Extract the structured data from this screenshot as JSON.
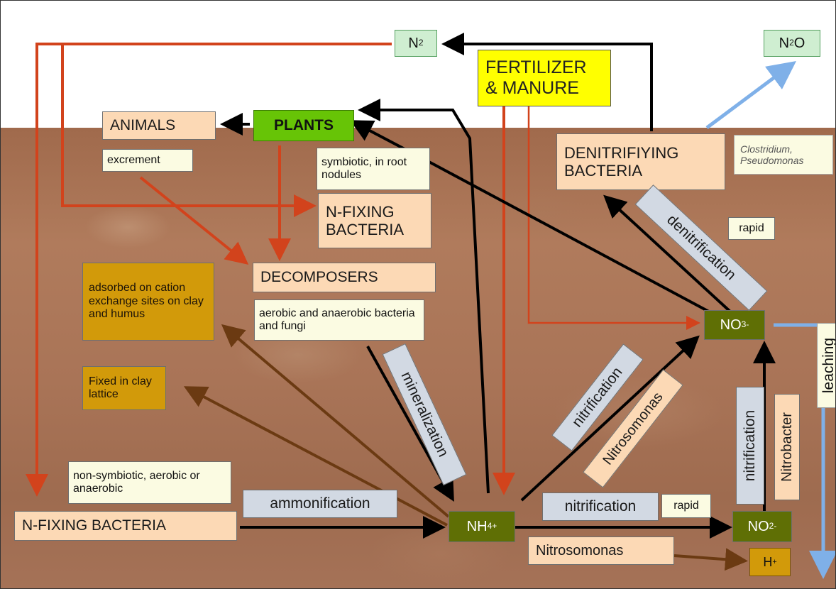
{
  "nodes": {
    "n2": "N",
    "n2_sub": "2",
    "n2o": "N",
    "n2o_sub": "2",
    "n2o_tail": "O",
    "fertilizer_line1": "FERTILIZER",
    "fertilizer_line2": "& MANURE",
    "animals": "ANIMALS",
    "plants": "PLANTS",
    "excrement": "excrement",
    "symbiotic": "symbiotic, in root nodules",
    "nfix_top": "N-FIXING BACTERIA",
    "decomposers": "DECOMPOSERS",
    "decomposers_note": "aerobic and anaerobic bacteria and fungi",
    "adsorbed": "adsorbed on cation exchange sites on clay and humus",
    "fixed_clay": "Fixed in clay lattice",
    "denitrifying": "DENITRIFIYING BACTERIA",
    "clostridium": "Clostridium, Pseudomonas",
    "rapid_top": "rapid",
    "no3": "NO",
    "no3_sub": "3",
    "no3_sup": "-",
    "nonsymbiotic": "non-symbiotic, aerobic or anaerobic",
    "nfix_bottom": "N-FIXING BACTERIA",
    "ammonification": "ammonification",
    "nh4": "NH",
    "nh4_sub": "4",
    "nh4_sup": "+",
    "nitrification_bottom": "nitrification",
    "rapid_bottom": "rapid",
    "no2": "NO",
    "no2_sub": "2",
    "no2_sup": "-",
    "nitrosomonas_bottom": "Nitrosomonas",
    "h_plus": "H",
    "h_plus_sup": "+"
  },
  "process_labels": {
    "denitrification": "denitrification",
    "mineralization": "mineralization",
    "nitrification_diag": "nitrification",
    "nitrosomonas_diag": "Nitrosomonas",
    "nitrification_vert": "nitrification",
    "nitrobacter": "Nitrobacter",
    "leaching": "leaching"
  },
  "colors": {
    "black_arrow": "#000000",
    "red_arrow": "#d2431c",
    "brown_arrow": "#6b3a12",
    "blue_arrow": "#7fb0e8",
    "peach": "#fcd9b5",
    "cream": "#fbfbe2",
    "mustard": "#d29a0a",
    "olive": "#5f6f05",
    "bright_green": "#67c406",
    "yellow": "#ffff00",
    "gray": "#d2d9e3",
    "light_green": "#cfeed1"
  }
}
